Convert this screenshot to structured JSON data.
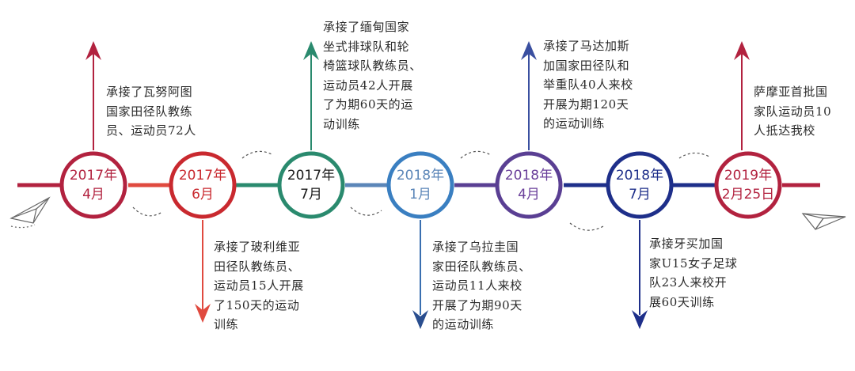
{
  "colors": {
    "line_left": "#b2223f",
    "line_mid_red": "#e04a3f",
    "line_green": "#2a8a6e",
    "line_blue_light": "#5b86b8",
    "line_purple": "#5a3f93",
    "line_navy": "#1e2f8a",
    "line_right": "#b2223f"
  },
  "nodes": [
    {
      "id": "2017-04",
      "lines": [
        "2017年",
        "4月"
      ],
      "color": "#b2223f",
      "text_color": "#b2223f"
    },
    {
      "id": "2017-06",
      "lines": [
        "2017年",
        "6月"
      ],
      "color": "#c9292f",
      "text_color": "#c9292f"
    },
    {
      "id": "2017-07",
      "lines": [
        "2017年",
        "7月"
      ],
      "color": "#2a8a6e",
      "text_color": "#1a1a1a"
    },
    {
      "id": "2018-01",
      "lines": [
        "2018年",
        "1月"
      ],
      "color": "#3a7fc1",
      "text_color": "#5b86b8"
    },
    {
      "id": "2018-04",
      "lines": [
        "2018年",
        "4月"
      ],
      "color": "#5a3f93",
      "text_color": "#6a3f9a"
    },
    {
      "id": "2018-07",
      "lines": [
        "2018年",
        "7月"
      ],
      "color": "#1e2f8a",
      "text_color": "#1e2f8a"
    },
    {
      "id": "2019-02",
      "lines": [
        "2019年",
        "2月25日"
      ],
      "color": "#b2223f",
      "text_color": "#b2223f"
    }
  ],
  "events": [
    {
      "node": 0,
      "position": "above",
      "lines": [
        "承接了瓦努阿图",
        "国家田径队教练",
        "员、运动员72人"
      ]
    },
    {
      "node": 1,
      "position": "below",
      "lines": [
        "承接了玻利维亚",
        "田径队教练员、",
        "运动员15人开展",
        "了150天的运动",
        "训练"
      ]
    },
    {
      "node": 2,
      "position": "above",
      "lines": [
        "承接了缅甸国家",
        "坐式排球队和轮",
        "椅篮球队教练员、",
        "运动员42人开展",
        "了为期60天的运",
        "动训练"
      ]
    },
    {
      "node": 3,
      "position": "below",
      "lines": [
        "承接了乌拉圭国",
        "家田径队教练员、",
        "运动员11人来校",
        "开展了为期90天",
        "的运动训练"
      ]
    },
    {
      "node": 4,
      "position": "above",
      "lines": [
        "承接了马达加斯",
        "加国家田径队和",
        "举重队40人来校",
        "开展为期120天",
        "的运动训练"
      ]
    },
    {
      "node": 5,
      "position": "below",
      "lines": [
        "承接牙买加国",
        "家U15女子足球",
        "队23人来校开",
        "展60天训练"
      ]
    },
    {
      "node": 6,
      "position": "above",
      "lines": [
        "萨摩亚首批国",
        "家队运动员10",
        "人抵达我校"
      ]
    }
  ]
}
